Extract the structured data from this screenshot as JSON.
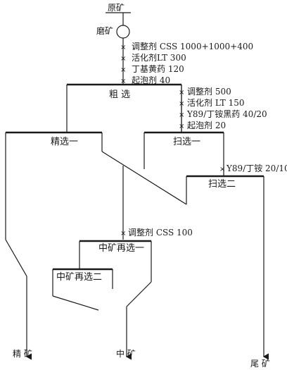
{
  "feed": "原矿",
  "grinding": "磨矿",
  "roughing_reagents": [
    "调整剂 CSS 1000+1000+400",
    "活化剂LT 300",
    "丁基黄药 120",
    "起泡剂 40"
  ],
  "roughing": "粗  选",
  "scavenging1_reagents": [
    "调整剂 500",
    "活化剂 LT 150",
    "Y89/丁铵黑药 40/20",
    "起泡剂 20"
  ],
  "cleaning1": "精选一",
  "scavenging1": "扫选一",
  "scavenging2_reagent": "Y89/丁铵 20/10",
  "scavenging2": "扫选二",
  "middling_reagent": "调整剂 CSS 100",
  "middling1": "中矿再选一",
  "middling2": "中矿再选二",
  "outputs": {
    "concentrate": "精 矿",
    "middlings": "中 矿",
    "tailings": "尾 矿"
  }
}
